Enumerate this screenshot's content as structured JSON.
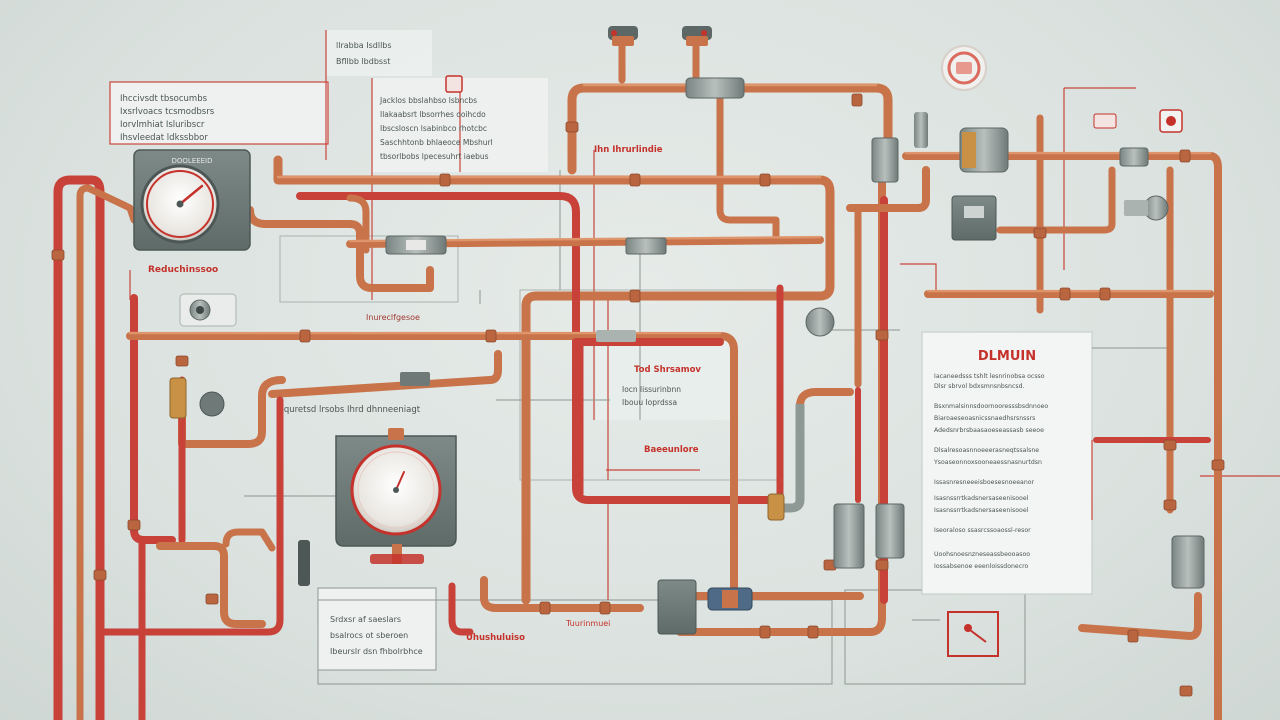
{
  "colors": {
    "background": "#dde3e0",
    "copper": "#c8734a",
    "red_pipe": "#c8423a",
    "accent_red": "#c5322c",
    "panel": "#eef1f0",
    "steel": "#8e9895",
    "text": "#4b5552"
  },
  "labels": {
    "gauge_panel_title": "DOOLEEEID",
    "left_red_label": "Reduchinssoo",
    "pipe_label_mid": "Inureclfgesoe",
    "pipe_label_center": "Bquretsd lrsobs Ihrd dhnneeniagt",
    "top_red_label": "Ihn Ihrurlindie",
    "center_red_label": "Tod Shrsamov",
    "center_lower_label": "Baeeunlore",
    "bottom_red_label": "Uhushuluiso",
    "bottom_red_label_2": "Tuurinmuei",
    "right_panel_title": "DLMUIN"
  },
  "text_blocks": {
    "top_left_box": [
      "Ihccivsdt  tbsocumbs",
      "Ixsrlvoacs  tcsmodbsrs",
      "Iorvlmhiat  Isluribscr",
      "Ihsvleedat  ldkssbbor"
    ],
    "top_center_header": [
      "llrabba  Isdllbs",
      "Bfllbb  lbdbsst"
    ],
    "top_center_box": [
      "Jacklos  bbslahbso  lsbncbs",
      "Ilakaabsrt  lbsorrhes  ooihcdo",
      "Ibscsloscn  lsabinbco  rhotcbc",
      "Saschhtonb  bhlaeoce  Mbshurl",
      "tbsorlbobs  lpecesuhrt  iaebus"
    ],
    "center_box": [
      "Iocn  lissurinbnn",
      "Ibouu  Ioprdssa"
    ],
    "bottom_left_box": [
      "Srdxsr  af  saeslars",
      "bsalrocs  ot  sberoen",
      "Ibeurslr  dsn  fhbolrbhce"
    ],
    "right_panel_lines": [
      "Iacaneedsss tshlt lesnrinobsa ocsso",
      "Dlsr  sbrvol bdxsmnsnbsncsd.",
      "Bsxnmalsinnsdoornooresssbsdnnoeo",
      "Biaroaeseoasnicssnaedhsrsnssrs",
      "Adedsnrbrsbaasaoeseassasb seeoe",
      "Dlsalresoasnnoeeerasneqtssalsne",
      "Ysoaseonnoxsooneaessnasnurtdsn",
      "Issasnresneeeisboesesnoeeanor",
      "Isasnssrrtkadsnersaseenisooel",
      "Isasnssrrtkadsnersaseenisooel",
      "Iseoraloso ssasrcssoaossl-resor",
      "Uoohsnoesnzneseassbeooasoo",
      "Iossabsenoe eeenloissdonecro"
    ]
  }
}
